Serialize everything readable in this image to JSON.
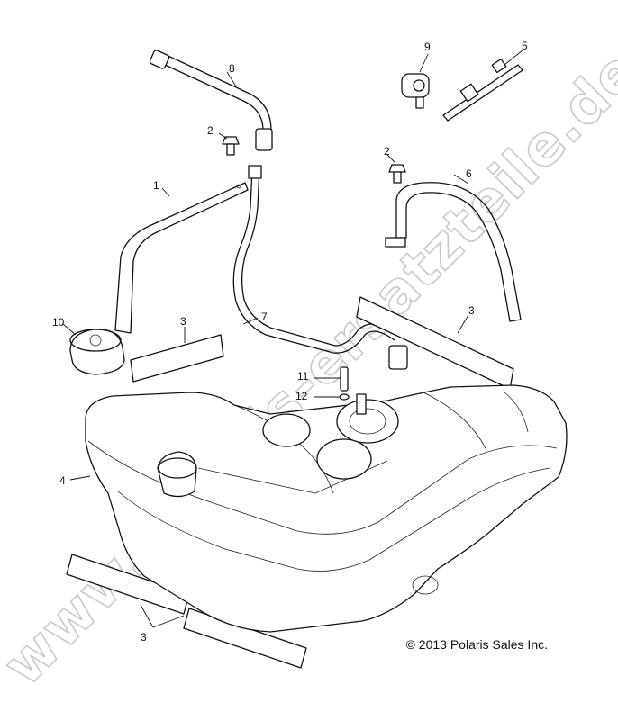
{
  "watermark": "www.polaris-ersatzteile.de",
  "copyright": "© 2013 Polaris Sales Inc.",
  "callouts": {
    "n1": "1",
    "n2a": "2",
    "n2b": "2",
    "n3a": "3",
    "n3b": "3",
    "n3c": "3",
    "n4": "4",
    "n5": "5",
    "n6": "6",
    "n7": "7",
    "n8": "8",
    "n9": "9",
    "n10": "10",
    "n11": "11",
    "n12": "12"
  }
}
